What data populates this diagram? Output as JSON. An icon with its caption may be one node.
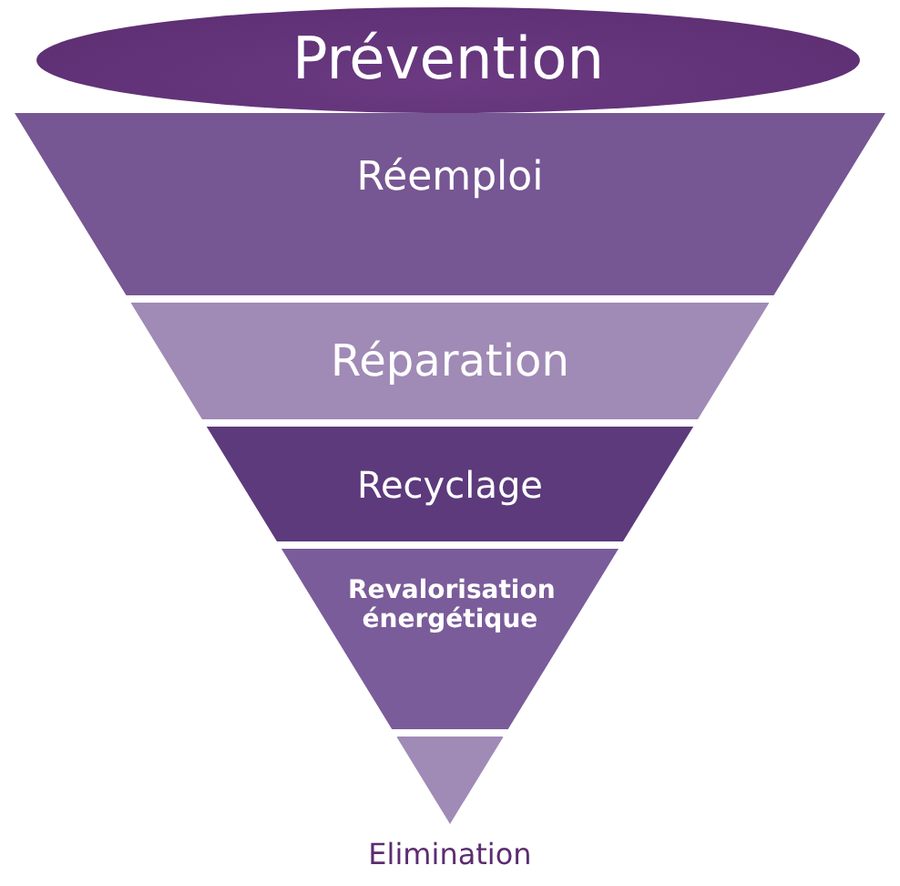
{
  "diagram": {
    "nodes": [
      {
        "text": [
          "Prévention"
        ]
      },
      {
        "text": [
          "Réemploi"
        ]
      },
      {
        "text": [
          "Réparation"
        ]
      },
      {
        "text": [
          "Recyclage"
        ]
      },
      {
        "text": [
          "Revalorisation énergétique"
        ]
      },
      {
        "text": [
          "Elimination"
        ]
      }
    ]
  }
}
